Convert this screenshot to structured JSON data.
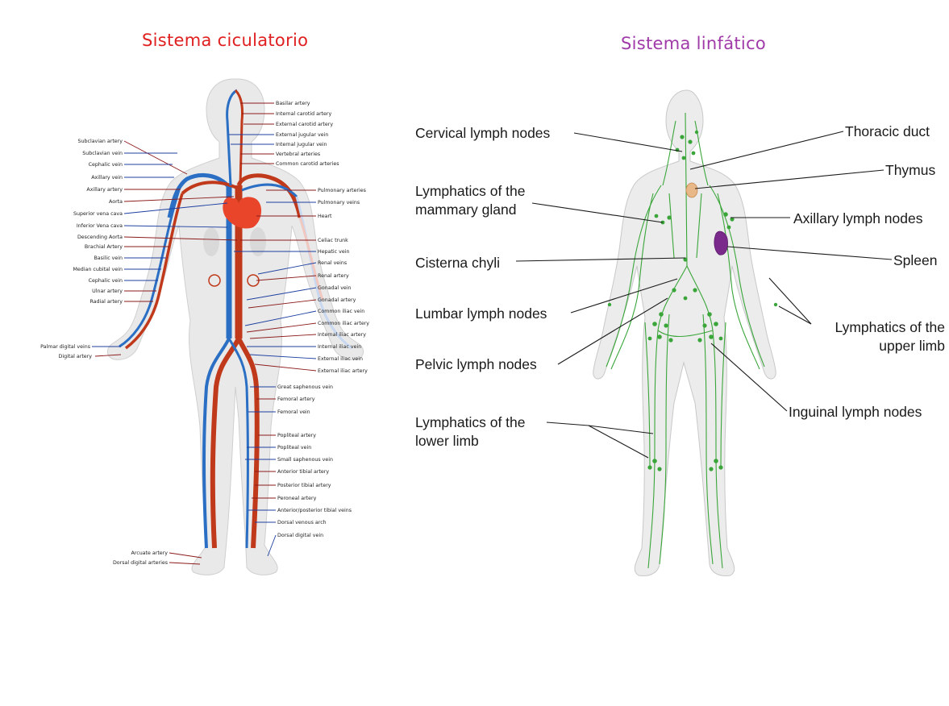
{
  "titles": {
    "left": "Sistema ciculatorio",
    "right": "Sistema linfático",
    "left_color": "#e02020",
    "right_color": "#a03aa8"
  },
  "colors": {
    "artery": "#c0391b",
    "vein": "#2a6fc4",
    "heart": "#e8452a",
    "lymph": "#3aa63a",
    "spleen": "#7a2a8a",
    "thymus": "#e8b888",
    "body": "#e6e6e6"
  },
  "circ_left_labels": [
    "Subclavian artery",
    "Subclavian vein",
    "Cephalic vein",
    "Axillary vein",
    "Axillary artery",
    "Aorta",
    "Superior vena cava",
    "Inferior Vena cava",
    "Descending Aorta",
    "Brachial Artery",
    "Basilic vein",
    "Median cubital vein",
    "Cephalic vein",
    "Ulnar artery",
    "Radial artery",
    "Palmar digital veins",
    "Digital artery",
    "Arcuate artery",
    "Dorsal digital arteries"
  ],
  "circ_right_labels": [
    "Basilar artery",
    "Internal carotid artery",
    "External carotid artery",
    "External jugular vein",
    "Internal jugular vein",
    "Vertebral arteries",
    "Common carotid arteries",
    "Pulmonary arteries",
    "Pulmonary veins",
    "Heart",
    "Celiac trunk",
    "Hepatic vein",
    "Renal veins",
    "Renal artery",
    "Gonadal vein",
    "Gonadal artery",
    "Common iliac vein",
    "Common iliac artery",
    "Internal iliac artery",
    "Internal iliac vein",
    "External iliac vein",
    "External iliac artery",
    "Great saphenous vein",
    "Femoral artery",
    "Femoral vein",
    "Popliteal artery",
    "Popliteal vein",
    "Small saphenous vein",
    "Anterior tibial artery",
    "Posterior tibial artery",
    "Peroneal artery",
    "Anterior/posterior tibial veins",
    "Dorsal venous arch",
    "Dorsal digital vein"
  ],
  "lymph_left_labels": [
    "Cervical lymph nodes",
    "Lymphatics of the",
    "mammary gland",
    "Cisterna chyli",
    "Lumbar lymph nodes",
    "Pelvic lymph nodes",
    "Lymphatics of the",
    "lower limb"
  ],
  "lymph_right_labels": [
    "Thoracic duct",
    "Thymus",
    "Axillary lymph nodes",
    "Spleen",
    "Lymphatics of the",
    "upper limb",
    "Inguinal lymph nodes"
  ]
}
